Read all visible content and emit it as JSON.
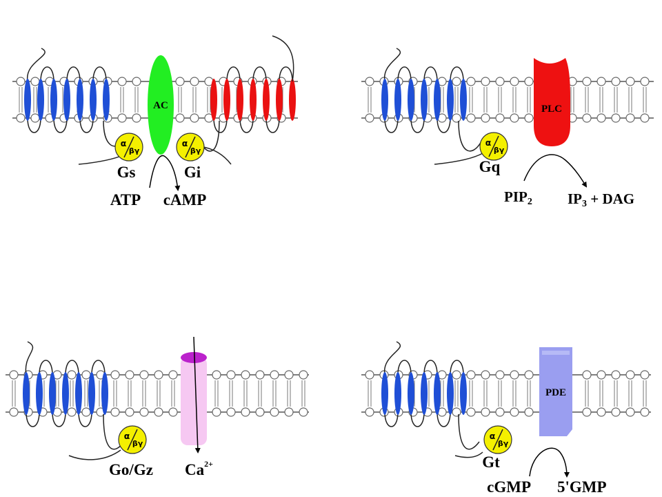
{
  "colors": {
    "gpcr_blue": "#1f4fd6",
    "gpcr_red": "#ea1111",
    "adenylyl_cyclase": "#22ee22",
    "phospholipase_c": "#ee1111",
    "calcium_channel_body": "#f6c8f2",
    "calcium_channel_cap": "#bb22cc",
    "phosphodiesterase": "#9a9ef0",
    "g_protein": "#f4f000",
    "membrane_line": "#555555"
  },
  "g_protein_symbols": {
    "alpha": "α",
    "betagamma": "βγ"
  },
  "panel_gs_gi": {
    "effector": "AC",
    "stim_protein": "Gs",
    "inhib_protein": "Gi",
    "substrate": "ATP",
    "product": "cAMP"
  },
  "panel_gq": {
    "effector": "PLC",
    "g_protein": "Gq",
    "substrate": "PIP",
    "substrate_sub": "2",
    "product_a": "IP",
    "product_a_sub": "3",
    "product_b": " + DAG"
  },
  "panel_go": {
    "g_protein": "Go/Gz",
    "ion": "Ca",
    "ion_charge": "2+"
  },
  "panel_gt": {
    "effector": "PDE",
    "g_protein": "Gt",
    "substrate": "cGMP",
    "product": "5'GMP"
  }
}
